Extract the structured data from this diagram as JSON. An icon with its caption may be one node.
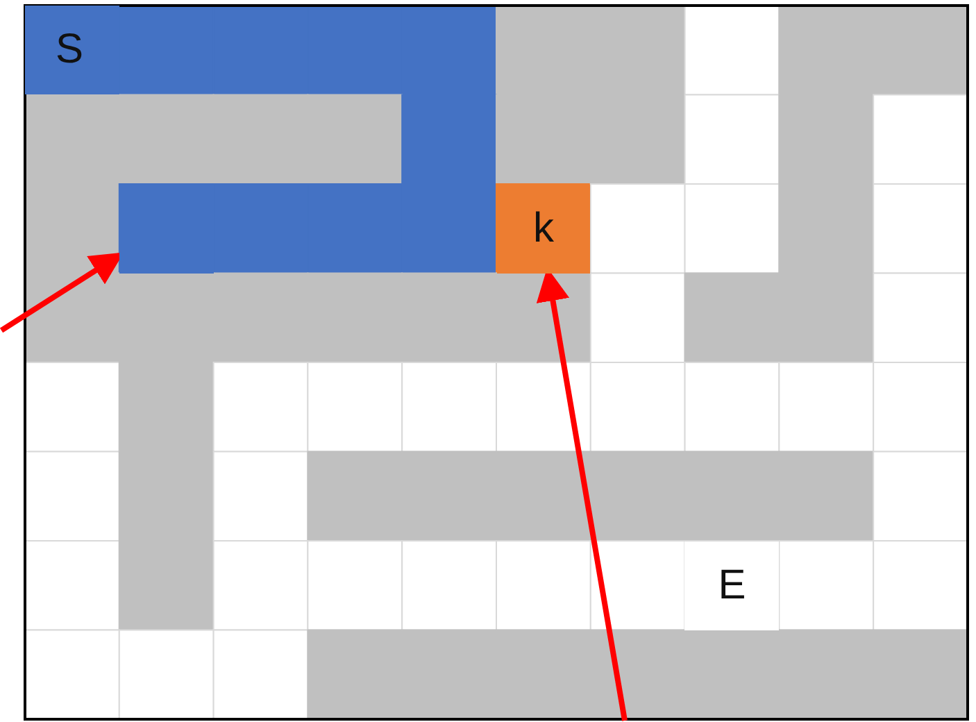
{
  "diagram": {
    "nodes": [
      {
        "text": [
          "S"
        ]
      },
      {
        "text": [
          "k"
        ]
      },
      {
        "text": [
          "E"
        ]
      },
      {
        "text": [],
        "shape": "box"
      }
    ],
    "edges": [
      {
        "from": null,
        "to": 3,
        "arrow": "to"
      },
      {
        "from": null,
        "to": 1,
        "arrow": "to"
      }
    ]
  }
}
